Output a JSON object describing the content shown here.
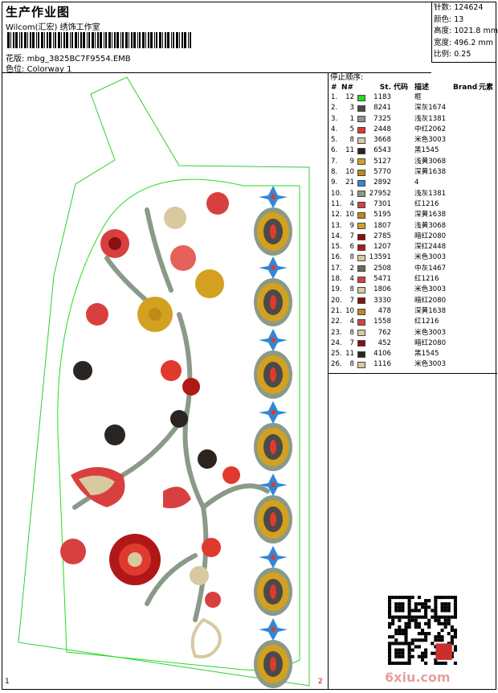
{
  "header": {
    "title": "生产作业图",
    "company": "Wilcom(汇宏) 绣饰工作室",
    "design_label": "花版:",
    "design_value": "mbg_3825BC7F9554.EMB",
    "color_label": "色位:",
    "color_value": "Colorway 1"
  },
  "specs": {
    "stitches": "针数: 124624",
    "colors": "颜色: 13",
    "height": "高度: 1021.8 mm",
    "width": "宽度: 496.2 mm",
    "scale": "比例: 0.25"
  },
  "canvas": {
    "marker_left": "1",
    "marker_right": "2"
  },
  "sequence": {
    "caption": "停止顺序:",
    "headers": {
      "num": "#",
      "no": "N#",
      "st": "St.",
      "code": "代码",
      "desc": "描述",
      "brand": "Brand",
      "elem": "元素"
    },
    "rows": [
      {
        "n": "1.",
        "no": "12",
        "color": "#22dd22",
        "st": "1183",
        "code": "",
        "desc": "框"
      },
      {
        "n": "2.",
        "no": "3",
        "color": "#4a4a4a",
        "st": "8241",
        "code": "",
        "desc": "深灰1674"
      },
      {
        "n": "3.",
        "no": "1",
        "color": "#8a9a88",
        "st": "7325",
        "code": "",
        "desc": "浅灰1381"
      },
      {
        "n": "4.",
        "no": "5",
        "color": "#e03a2f",
        "st": "2448",
        "code": "",
        "desc": "中红2062"
      },
      {
        "n": "5.",
        "no": "8",
        "color": "#d8c9a0",
        "st": "3668",
        "code": "",
        "desc": "米色3003"
      },
      {
        "n": "6.",
        "no": "11",
        "color": "#2a2520",
        "st": "6543",
        "code": "",
        "desc": "黑1545"
      },
      {
        "n": "7.",
        "no": "9",
        "color": "#d4a020",
        "st": "5127",
        "code": "",
        "desc": "浅黄3068"
      },
      {
        "n": "8.",
        "no": "10",
        "color": "#c08a18",
        "st": "5770",
        "code": "",
        "desc": "深黄1638"
      },
      {
        "n": "9.",
        "no": "21",
        "color": "#2f88d8",
        "st": "2892",
        "code": "",
        "desc": "4"
      },
      {
        "n": "10.",
        "no": "1",
        "color": "#8a9a88",
        "st": "27952",
        "code": "",
        "desc": "浅灰1381"
      },
      {
        "n": "11.",
        "no": "4",
        "color": "#d84040",
        "st": "7301",
        "code": "",
        "desc": "红1216"
      },
      {
        "n": "12.",
        "no": "10",
        "color": "#c08a18",
        "st": "5195",
        "code": "",
        "desc": "深黄1638"
      },
      {
        "n": "13.",
        "no": "9",
        "color": "#d4a020",
        "st": "1807",
        "code": "",
        "desc": "浅黄3068"
      },
      {
        "n": "14.",
        "no": "7",
        "color": "#8a1010",
        "st": "2785",
        "code": "",
        "desc": "暗红2080"
      },
      {
        "n": "15.",
        "no": "6",
        "color": "#b01818",
        "st": "1207",
        "code": "",
        "desc": "深红2448"
      },
      {
        "n": "16.",
        "no": "8",
        "color": "#d8c9a0",
        "st": "13591",
        "code": "",
        "desc": "米色3003"
      },
      {
        "n": "17.",
        "no": "2",
        "color": "#6a6a62",
        "st": "2508",
        "code": "",
        "desc": "中灰1467"
      },
      {
        "n": "18.",
        "no": "4",
        "color": "#d84040",
        "st": "5471",
        "code": "",
        "desc": "红1216"
      },
      {
        "n": "19.",
        "no": "8",
        "color": "#d8c9a0",
        "st": "1806",
        "code": "",
        "desc": "米色3003"
      },
      {
        "n": "20.",
        "no": "7",
        "color": "#8a1010",
        "st": "3330",
        "code": "",
        "desc": "暗红2080"
      },
      {
        "n": "21.",
        "no": "10",
        "color": "#c08a18",
        "st": "478",
        "code": "",
        "desc": "深黄1638"
      },
      {
        "n": "22.",
        "no": "4",
        "color": "#d84040",
        "st": "1558",
        "code": "",
        "desc": "红1216"
      },
      {
        "n": "23.",
        "no": "8",
        "color": "#d8c9a0",
        "st": "762",
        "code": "",
        "desc": "米色3003"
      },
      {
        "n": "24.",
        "no": "7",
        "color": "#8a1010",
        "st": "452",
        "code": "",
        "desc": "暗红2080"
      },
      {
        "n": "25.",
        "no": "11",
        "color": "#2a2520",
        "st": "4106",
        "code": "",
        "desc": "黑1545"
      },
      {
        "n": "26.",
        "no": "8",
        "color": "#d8c9a0",
        "st": "1116",
        "code": "",
        "desc": "米色3003"
      }
    ]
  },
  "watermark": "6xiu.com"
}
